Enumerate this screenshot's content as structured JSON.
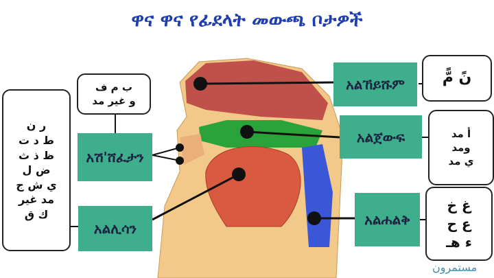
{
  "title": "ዋና ዋና የፊደላት መውጫ ቦታዎች",
  "regions": [
    {
      "id": "lips",
      "label": "አሽ'ሸፈታን",
      "letters": [
        "ب م ف",
        "و غير مد"
      ]
    },
    {
      "id": "tongue",
      "label": "አልሊሳን",
      "letters": [
        "ر ن",
        "ط د ت",
        "ظ ذ ث",
        "ض ل",
        "ي ش ج",
        "مد غير",
        "ك ق"
      ]
    },
    {
      "id": "nasal",
      "label": "አልኸይሹም",
      "letters": [
        "نً مًّ"
      ]
    },
    {
      "id": "cavity",
      "label": "አልጀውፍ",
      "letters": [
        "أ مد",
        "ومد",
        "ي مد"
      ]
    },
    {
      "id": "throat",
      "label": "አልሐልቅ",
      "letters": [
        "غ خ",
        "ع ح",
        "ء هـ"
      ]
    }
  ],
  "watermark": "مستمرون",
  "colors": {
    "label_bg": "#3fae8c",
    "title": "#1f3fb0"
  }
}
